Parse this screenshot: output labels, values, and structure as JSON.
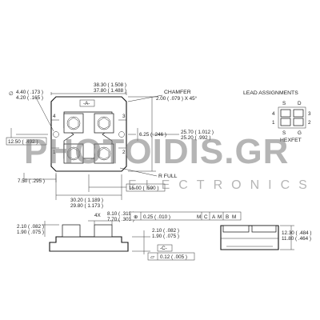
{
  "top_view": {
    "width_max": "38.30 ( 1.508 )",
    "width_min": "37.80 ( 1.488 )",
    "datum_a": "-A-",
    "chamfer_label": "CHAMFER",
    "chamfer_value": "2.00 ( .079 ) X 45°",
    "dia_max": "4.40 ( .173 )",
    "dia_min": "4.20 ( .165 )",
    "dia_symbol": "∅",
    "height_max": "25.70 ( 1.012 )",
    "height_min": "25.20 ( .992 )",
    "pad_offset": "6.25 ( .246 )",
    "left_offset": "12.50 ( .492 )",
    "hole_offset": "7.50 ( .295 )",
    "radius_label": "R FULL",
    "center_offset": "15.00 ( .590 )",
    "pitch_max": "30.20 ( 1.189 )",
    "pitch_min": "29.80 ( 1.173 )",
    "pin_numbers": [
      "1",
      "2",
      "3",
      "4"
    ]
  },
  "lead_assignments": {
    "title": "LEAD ASSIGNMENTS",
    "top_labels": [
      "S",
      "D"
    ],
    "bottom_labels": [
      "S",
      "G"
    ],
    "side_numbers": [
      "4",
      "3",
      "1",
      "2"
    ],
    "device": "HEXFET"
  },
  "side_view": {
    "stud_height_max": "2.10 ( .082 )",
    "stud_height_min": "1.90 ( .075 )",
    "pin_count": "4X",
    "pin_width_max": "8.10 ( .319 )",
    "pin_width_min": "7.70 ( .303 )",
    "tol_position": "0.25 ( .010 )",
    "tol_modifier": "M",
    "tol_refs": [
      "C",
      "A",
      "M",
      "B",
      "M"
    ],
    "base_height_max": "2.10 ( .082 )",
    "base_height_min": "1.90 ( .075 )",
    "datum_c": "-C-",
    "flatness": "0.12 ( .005 )"
  },
  "end_view": {
    "height_max": "12.30 ( .484 )",
    "height_min": "11.80 ( .464 )"
  },
  "watermark": {
    "main": "PHOTOIDIS.GR",
    "sub": "ELECTRONICS"
  }
}
